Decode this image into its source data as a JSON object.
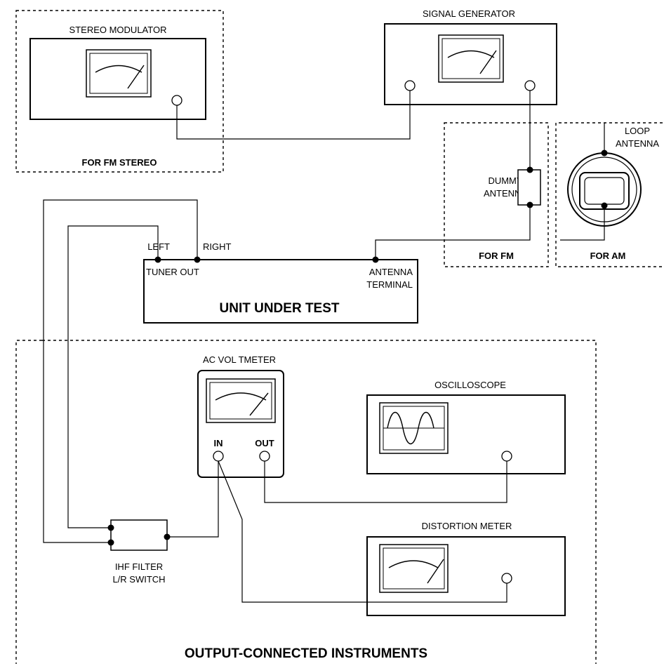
{
  "groups": {
    "fm_stereo": "FOR FM STEREO",
    "for_fm": "FOR FM",
    "for_am": "FOR AM",
    "output_instruments": "OUTPUT-CONNECTED INSTRUMENTS"
  },
  "instruments": {
    "stereo_modulator": "STEREO MODULATOR",
    "signal_generator": "SIGNAL GENERATOR",
    "dummy_antenna_1": "DUMMY",
    "dummy_antenna_2": "ANTENNA",
    "loop_antenna_1": "LOOP",
    "loop_antenna_2": "ANTENNA",
    "ac_voltmeter": "AC  VOL TMETER",
    "voltmeter_in": "IN",
    "voltmeter_out": "OUT",
    "oscilloscope": "OSCILLOSCOPE",
    "distortion_meter": "DISTORTION METER",
    "ihf_filter_1": "IHF FILTER",
    "ihf_filter_2": "L/R SWITCH"
  },
  "unit_under_test": {
    "title": "UNIT UNDER TEST",
    "left": "LEFT",
    "right": "RIGHT",
    "tuner_out": "TUNER  OUT",
    "antenna_1": "ANTENNA",
    "antenna_2": "TERMINAL"
  }
}
